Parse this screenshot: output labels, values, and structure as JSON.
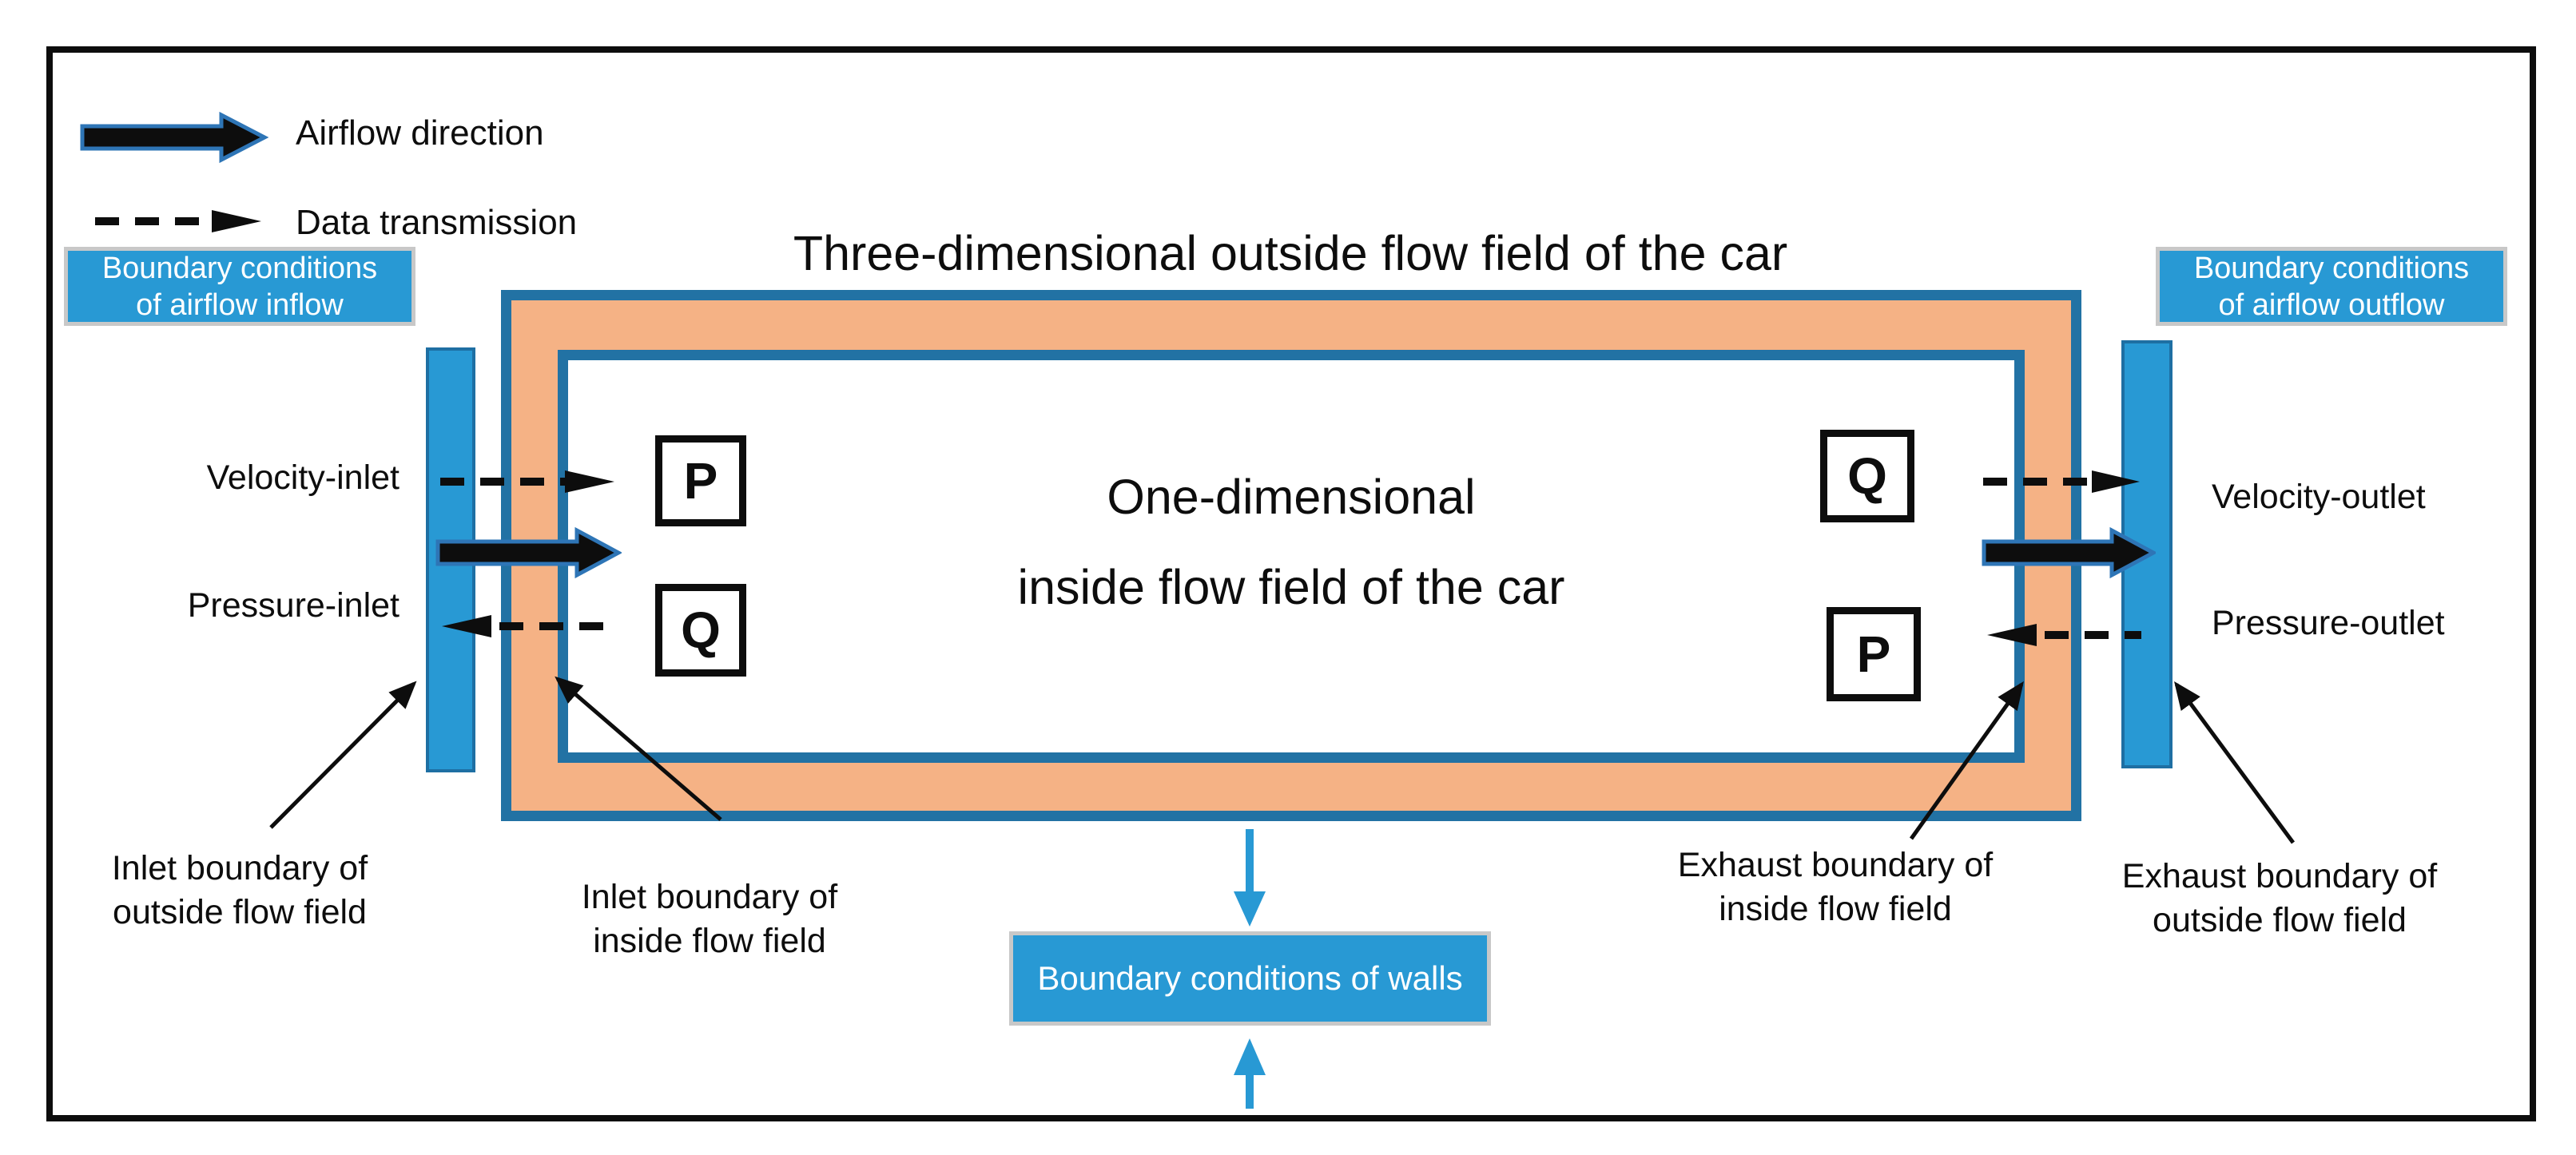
{
  "colors": {
    "azure": "#2899d4",
    "orange": "#f5b285",
    "wall_blue": "#2272a4",
    "bar_border": "#1e6fa3",
    "airflow_arrow_outline": "#2e75b6",
    "box_border_gray": "#c8c8c8",
    "ink": "#0d0d0d"
  },
  "legend": {
    "airflow_label": "Airflow direction",
    "data_label": "Data transmission"
  },
  "title": "Three-dimensional outside flow field of the car",
  "car": {
    "caption_line1": "One-dimensional",
    "caption_line2": "inside flow field of the car",
    "p_label": "P",
    "q_label": "Q"
  },
  "boundary_boxes": {
    "inflow": {
      "line1": "Boundary conditions",
      "line2": "of airflow inflow"
    },
    "outflow": {
      "line1": "Boundary conditions",
      "line2": "of airflow outflow"
    },
    "walls": "Boundary conditions of walls"
  },
  "ports": {
    "velocity_inlet": "Velocity-inlet",
    "pressure_inlet": "Pressure-inlet",
    "velocity_outlet": "Velocity-outlet",
    "pressure_outlet": "Pressure-outlet"
  },
  "callouts": {
    "inlet_outside": {
      "line1": "Inlet boundary of",
      "line2": "outside flow field"
    },
    "inlet_inside": {
      "line1": "Inlet boundary of",
      "line2": "inside flow field"
    },
    "exhaust_inside": {
      "line1": "Exhaust boundary of",
      "line2": "inside flow field"
    },
    "exhaust_outside": {
      "line1": "Exhaust boundary of",
      "line2": "outside flow field"
    }
  }
}
